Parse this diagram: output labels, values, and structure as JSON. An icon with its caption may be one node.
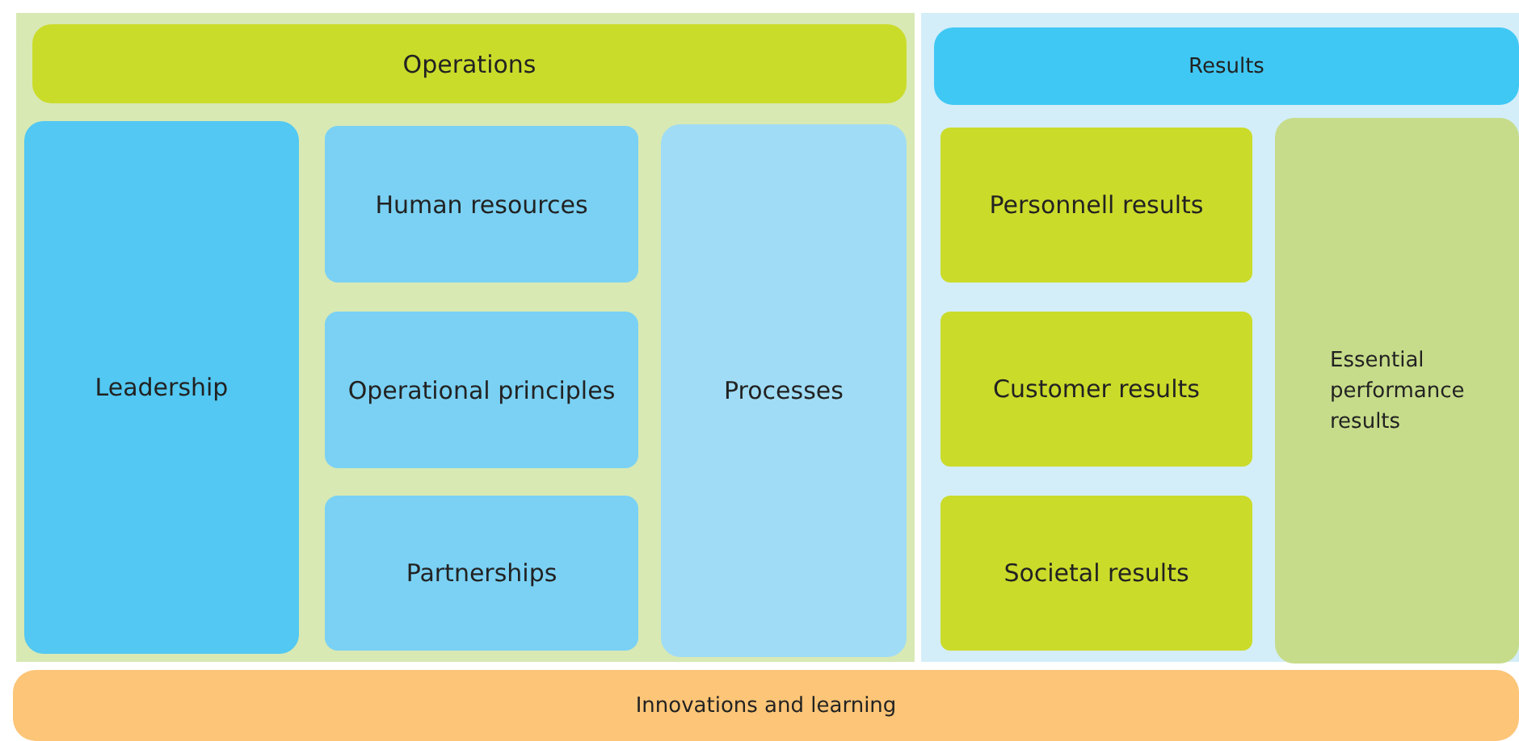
{
  "diagram": {
    "nodes": [
      {
        "text": [],
        "shape": "box"
      },
      {
        "text": [
          "Operations"
        ],
        "in": 0
      },
      {
        "text": [
          "Leadership"
        ],
        "in": 0
      },
      {
        "text": [
          "Human resources"
        ],
        "in": 0
      },
      {
        "text": [
          "Operational principles"
        ],
        "in": 0
      },
      {
        "text": [
          "Partnerships"
        ],
        "in": 0
      },
      {
        "text": [
          "Processes"
        ],
        "in": 0
      },
      {
        "text": [],
        "shape": "box"
      },
      {
        "text": [
          "Results"
        ],
        "in": 7
      },
      {
        "text": [
          "Personnell results"
        ],
        "in": 7
      },
      {
        "text": [
          "Customer results"
        ],
        "in": 7
      },
      {
        "text": [
          "Societal results"
        ],
        "in": 7
      },
      {
        "text": [
          "Essential performance results"
        ],
        "in": 7
      },
      {
        "text": [
          "Innovations and learning"
        ]
      }
    ]
  }
}
